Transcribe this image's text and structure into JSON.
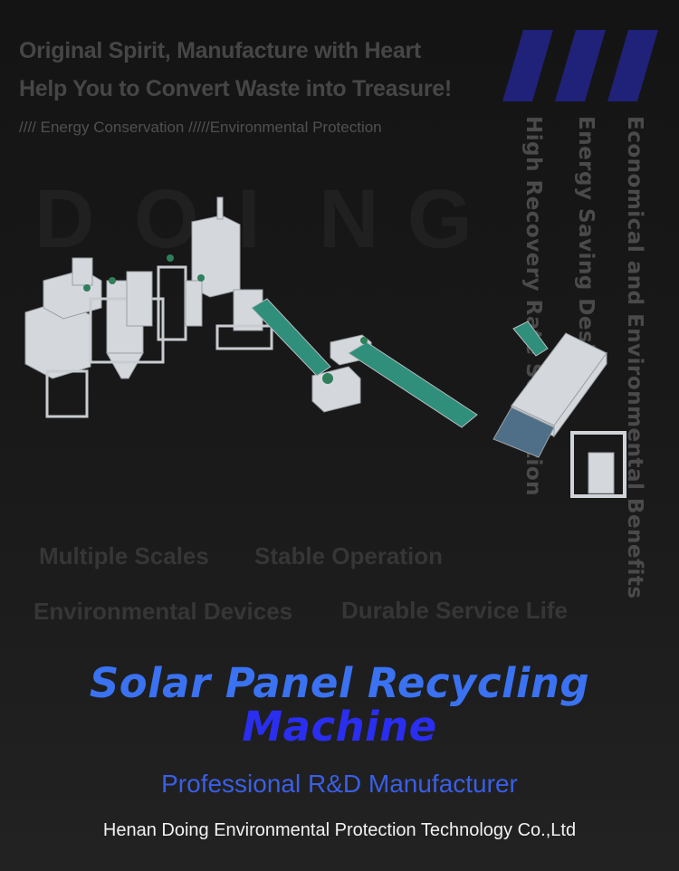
{
  "header": {
    "line1": "Original Spirit, Manufacture with Heart",
    "line2": "Help You to Convert Waste into Treasure!",
    "tagline": "//// Energy Conservation  /////Environmental Protection"
  },
  "watermark": {
    "letters": [
      "D",
      "O",
      "I",
      "N",
      "G"
    ]
  },
  "vertical_features": [
    "High Recovery Rate Separation",
    "Energy Saving Design",
    "Economical and Environmental Benefits"
  ],
  "features": [
    "Multiple Scales",
    "Stable Operation",
    "Environmental Devices",
    "Durable Service Life"
  ],
  "title": {
    "line1": "Solar Panel Recycling",
    "line2": "Machine"
  },
  "subtitle": "Professional R&D Manufacturer",
  "company": "Henan Doing Environmental Protection Technology Co.,Ltd",
  "colors": {
    "stripes": "#1f2278",
    "title_blue": "#3a72f2",
    "subtitle_blue": "#3a5ee6",
    "conveyor_green": "#2f8f7a"
  }
}
